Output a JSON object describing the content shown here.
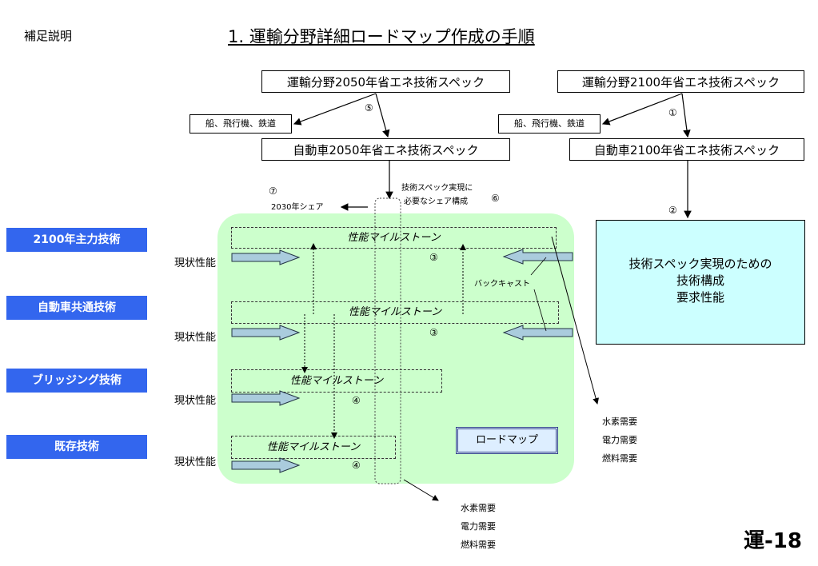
{
  "header": {
    "note": "補足説明",
    "title": "1. 運輸分野詳細ロードマップ作成の手順"
  },
  "specs": {
    "transport_2050": "運輸分野2050年省エネ技術スペック",
    "car_2050": "自動車2050年省エネ技術スペック",
    "transport_2100": "運輸分野2100年省エネ技術スペック",
    "car_2100": "自動車2100年省エネ技術スペック",
    "other_left": "船、飛行機、鉄道",
    "other_right": "船、飛行機、鉄道"
  },
  "steps": {
    "s1": "①",
    "s2": "②",
    "s3a": "③",
    "s3b": "③",
    "s4a": "④",
    "s4b": "④",
    "s5": "⑤",
    "s6": "⑥",
    "s7": "⑦"
  },
  "annotations": {
    "share_line1": "技術スペック実現に",
    "share_line2": "必要なシェア構成",
    "share_2030": "2030年シェア",
    "backcast": "バックキャスト"
  },
  "categories": [
    "2100年主力技術",
    "自動車共通技術",
    "ブリッジング技術",
    "既存技術"
  ],
  "current_perf": [
    "現状性能",
    "現状性能",
    "現状性能",
    "現状性能"
  ],
  "milestones": [
    "性能マイルストーン",
    "性能マイルストーン",
    "性能マイルストーン",
    "性能マイルストーン"
  ],
  "requirements": {
    "line1": "技術スペック実現のための",
    "line2": "技術構成",
    "line3": "要求性能"
  },
  "roadmap_label": "ロードマップ",
  "demand_right": [
    "水素需要",
    "電力需要",
    "燃料需要"
  ],
  "demand_bottom": [
    "水素需要",
    "電力需要",
    "燃料需要"
  ],
  "page_number": "運-18",
  "colors": {
    "category_bg": "#3366ee",
    "green_area": "#ccffcc",
    "cyan_box": "#ccffff",
    "arrow_fill": "#aaccdd"
  }
}
